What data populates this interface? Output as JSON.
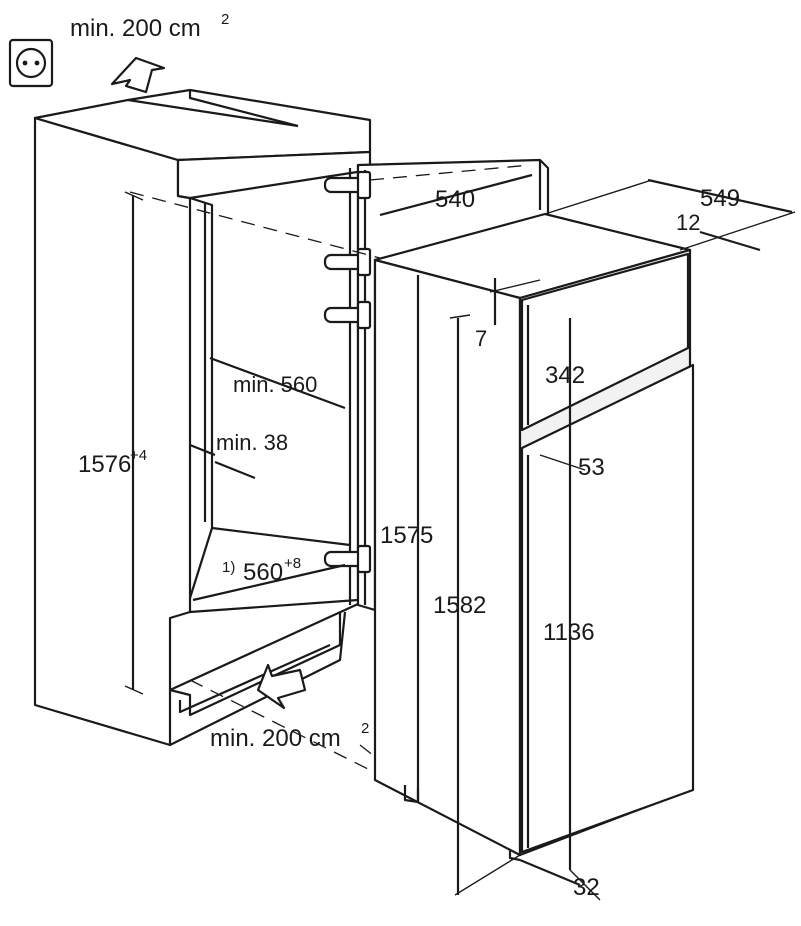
{
  "ventilation": {
    "top_label": "min. 200 cm",
    "top_sup": "2",
    "bottom_label": "min. 200 cm",
    "bottom_sup": "2"
  },
  "niche": {
    "height": "1576",
    "height_tol": "+4",
    "depth_min": "min. 560",
    "side_gap_min": "min. 38",
    "width_note": "1)",
    "width": "560",
    "width_tol": "+8"
  },
  "appliance": {
    "door_depth": "540",
    "total_depth": "549",
    "top_offset": "12",
    "gap_top": "7",
    "freezer_door": "342",
    "door_gap": "53",
    "body_height": "1575",
    "total_height": "1582",
    "fridge_door": "1136",
    "bottom_offset": "32"
  },
  "icons": {
    "socket": "power-socket-icon",
    "arrow_up": "airflow-up-arrow-icon",
    "arrow_in": "airflow-in-arrow-icon"
  }
}
